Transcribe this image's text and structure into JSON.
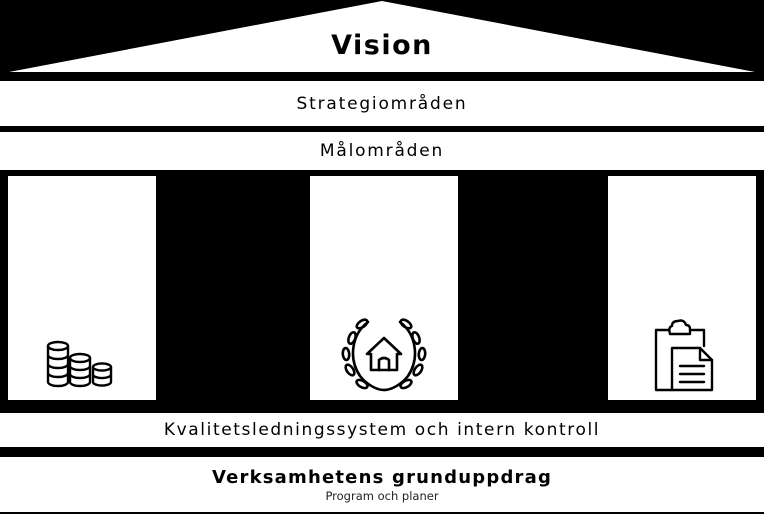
{
  "roof": {
    "title": "Vision"
  },
  "bands": {
    "strategy": "Strategiområden",
    "goals": "Målområden",
    "quality": "Kvalitetsledningssystem och intern kontroll",
    "base_title": "Verksamhetens grunduppdrag",
    "base_subtitle": "Program och planer"
  },
  "pillars": [
    {
      "icon": "coins-icon"
    },
    {
      "icon": "house-laurel-icon"
    },
    {
      "icon": "clipboard-document-icon"
    }
  ],
  "colors": {
    "background": "#000000",
    "foreground": "#ffffff",
    "text": "#000000"
  }
}
